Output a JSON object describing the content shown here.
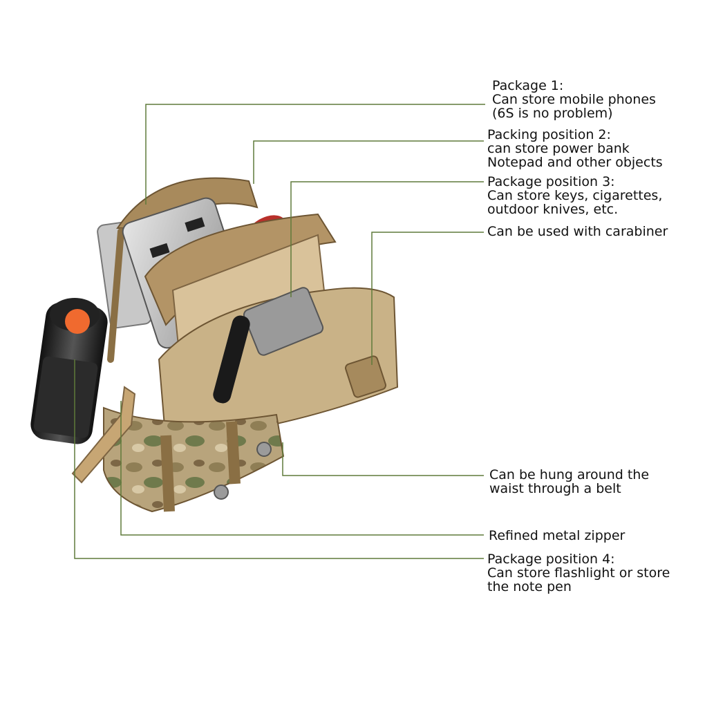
{
  "colors": {
    "leader_line": "#5f7a3a",
    "background": "#ffffff",
    "fabric_tan": "#b39466",
    "fabric_dark": "#7d6442",
    "flashlight_cap": "#f06a2f"
  },
  "annotations": [
    {
      "id": "package-1",
      "lines": [
        "Package 1:",
        "Can store mobile phones",
        "(6S is no problem)"
      ]
    },
    {
      "id": "package-2",
      "lines": [
        "Packing position 2:",
        "can store power bank",
        "Notepad and other objects"
      ]
    },
    {
      "id": "package-3",
      "lines": [
        "Package position 3:",
        "Can store keys, cigarettes,",
        "outdoor knives, etc."
      ]
    },
    {
      "id": "carabiner",
      "lines": [
        "Can be used with carabiner"
      ]
    },
    {
      "id": "belt",
      "lines": [
        "Can be hung around the",
        "waist through a belt"
      ]
    },
    {
      "id": "zipper",
      "lines": [
        "Refined metal zipper"
      ]
    },
    {
      "id": "package-4",
      "lines": [
        "Package position 4:",
        "Can store flashlight or store",
        "the note pen"
      ]
    }
  ],
  "product_image": {
    "subject": "camouflage tactical waist pouch with flashlight",
    "icons": [
      "flashlight-icon",
      "power-bank-icon",
      "phone-icon",
      "pen-icon",
      "zipper-pull-icon"
    ]
  }
}
